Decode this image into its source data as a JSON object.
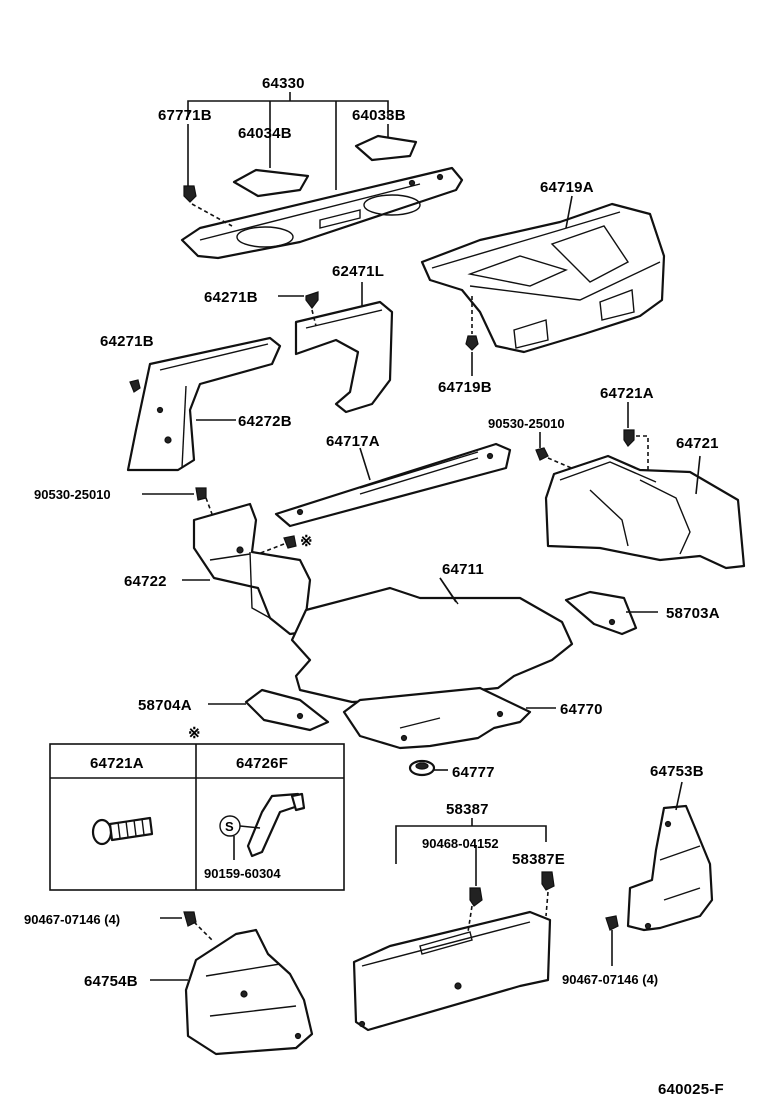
{
  "labels": {
    "p64330": "64330",
    "p67771B": "67771B",
    "p64034B": "64034B",
    "p64033B": "64033B",
    "p64719A": "64719A",
    "p62471L": "62471L",
    "p64271B_top": "64271B",
    "p64271B_left": "64271B",
    "p64272B": "64272B",
    "p64719B": "64719B",
    "p64721A": "64721A",
    "p90530_right": "90530-25010",
    "p64721": "64721",
    "p64717A": "64717A",
    "p90530_left": "90530-25010",
    "mark_note": "※",
    "p64722": "64722",
    "p64711": "64711",
    "p58703A": "58703A",
    "p58704A": "58704A",
    "p64770": "64770",
    "p64777": "64777",
    "p58387": "58387",
    "p64753B": "64753B",
    "p90468": "90468-04152",
    "p58387E": "58387E",
    "p90467_left": "90467-07146 (4)",
    "p90467_right": "90467-07146 (4)",
    "p64754B": "64754B",
    "figure_code": "640025-F"
  },
  "inset": {
    "mark": "※",
    "col1": "64721A",
    "col2": "64726F",
    "sub_part": "90159-60304",
    "s_mark": "S"
  }
}
